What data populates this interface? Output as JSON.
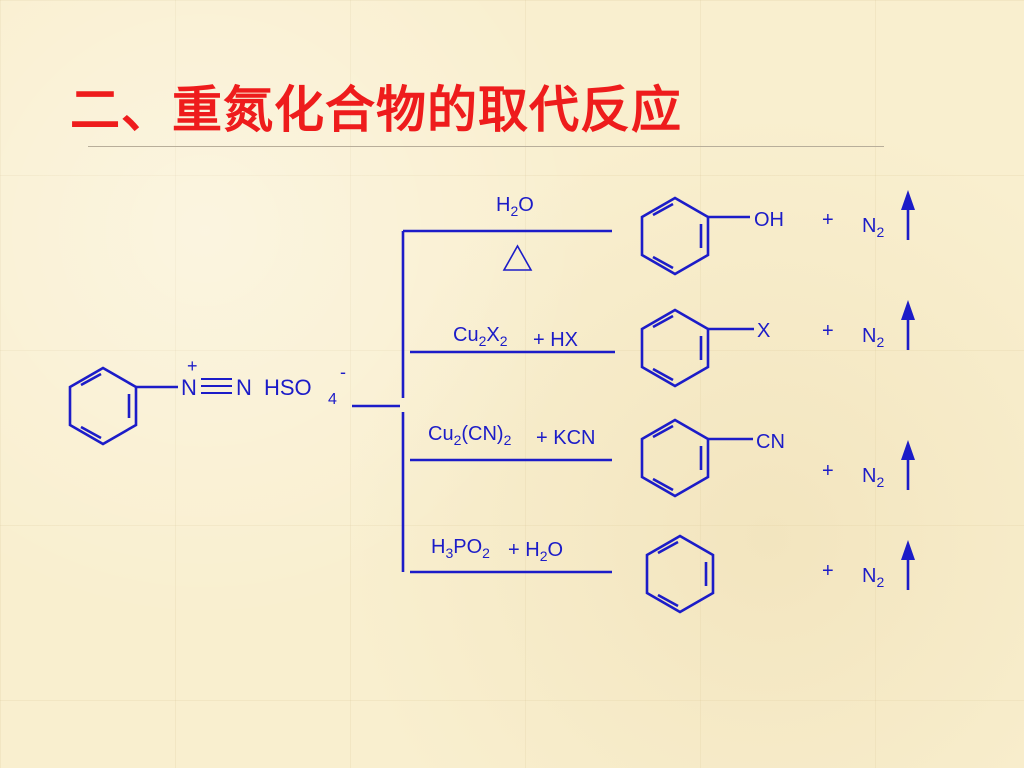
{
  "slide": {
    "title": "二、重氮化合物的取代反应"
  },
  "reactant": {
    "plus_charge": "+",
    "n1": "N",
    "n2": "N",
    "anion": "HSO",
    "anion_sub": "4",
    "minus_charge": "-"
  },
  "reactions": [
    {
      "reagent_line1": [
        "H",
        "2",
        "O"
      ],
      "condition": "heat-triangle",
      "product_group": "OH",
      "plus": "+",
      "gas": "N",
      "gas_sub": "2",
      "arrow": "up-arrow"
    },
    {
      "reagent_line1": [
        "Cu",
        "2",
        "X",
        "2"
      ],
      "reagent_extra": "+ HX",
      "product_group": "X",
      "plus": "+",
      "gas": "N",
      "gas_sub": "2",
      "arrow": "up-arrow"
    },
    {
      "reagent_line1": [
        "Cu",
        "2",
        "(CN)",
        "2"
      ],
      "reagent_extra": "+ KCN",
      "product_group": "CN",
      "plus": "+",
      "gas": "N",
      "gas_sub": "2",
      "arrow": "up-arrow"
    },
    {
      "reagent_line1": [
        "H",
        "3",
        "PO",
        "2"
      ],
      "reagent_extra": "+ H",
      "reagent_extra_sub": "2",
      "reagent_extra_tail": "O",
      "product_group": "",
      "plus": "+",
      "gas": "N",
      "gas_sub": "2",
      "arrow": "up-arrow"
    }
  ],
  "colors": {
    "title": "#ee1c1c",
    "scheme": "#1c1cc8",
    "background": "#f9efcf"
  }
}
